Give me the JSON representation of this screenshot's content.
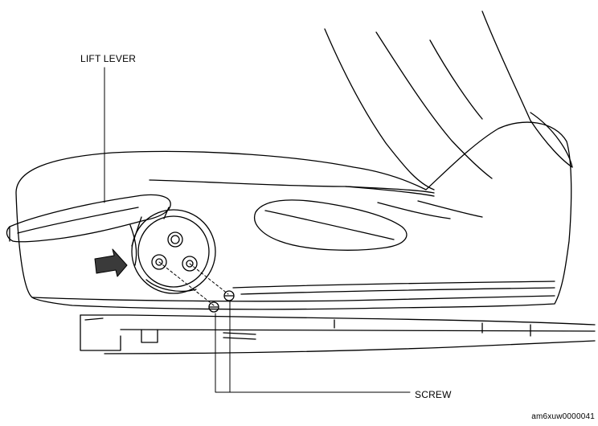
{
  "labels": {
    "lift_lever": "LIFT LEVER",
    "screw": "SCREW",
    "figure_code": "am6xuw0000041"
  },
  "colors": {
    "line": "#000000",
    "background": "#ffffff",
    "arrow_fill": "#3a3a3a"
  }
}
